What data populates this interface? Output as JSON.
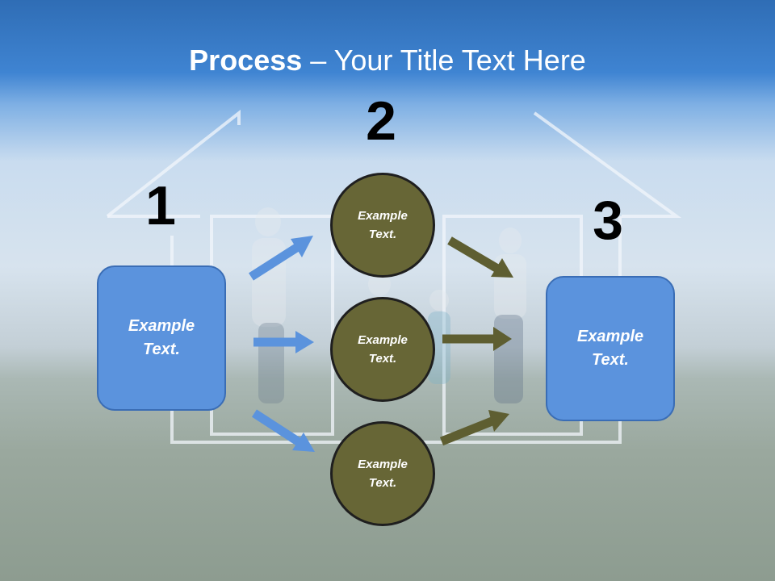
{
  "title": {
    "bold_part": "Process",
    "rest": " – Your Title Text Here"
  },
  "steps": [
    {
      "number": "1"
    },
    {
      "number": "2"
    },
    {
      "number": "3"
    }
  ],
  "left_box": {
    "text": "Example\nText."
  },
  "circles": [
    {
      "text": "Example\nText."
    },
    {
      "text": "Example\nText."
    },
    {
      "text": "Example\nText."
    }
  ],
  "right_box": {
    "text": "Example\nText."
  },
  "colors": {
    "box_fill": "#5b93dd",
    "circle_fill": "#676636",
    "blue_arrow": "#5b93dd",
    "olive_arrow": "#5e5e31",
    "title_bar": "#2f6db5"
  }
}
